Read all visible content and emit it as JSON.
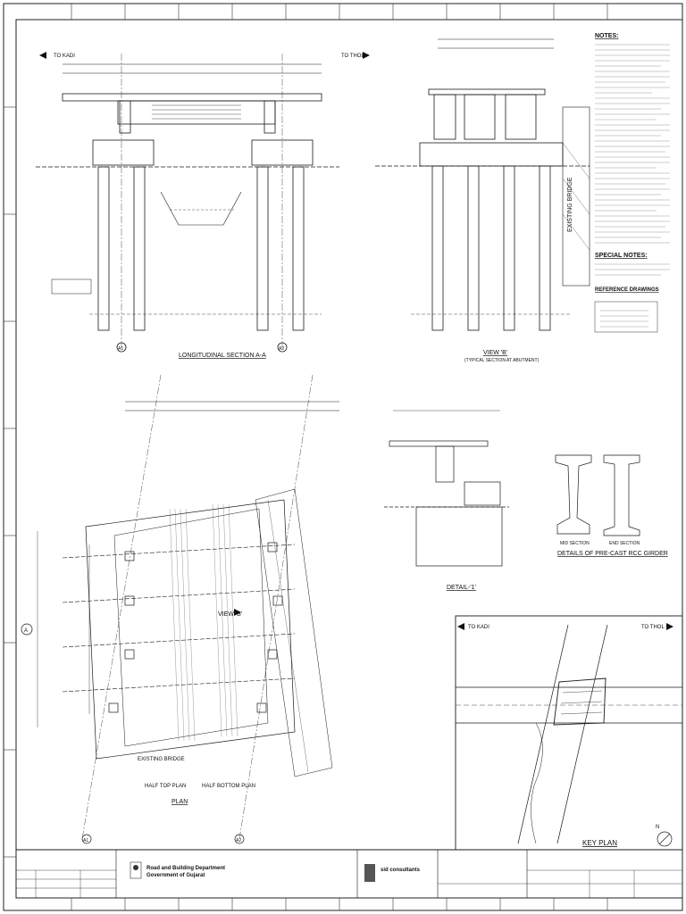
{
  "labels": {
    "to_kadi": "TO KADI",
    "to_thol": "TO THOL",
    "long_section_title": "LONGITUDINAL SECTION A-A",
    "view_b_title": "VIEW 'B'",
    "view_b_subtitle": "(TYPICAL SECTION AT ABUTMENT)",
    "existing_bridge_vertical": "EXISTING BRIDGE",
    "plan_title": "PLAN",
    "half_top_plan": "HALF TOP PLAN",
    "half_bottom_plan": "HALF BOTTOM PLAN",
    "existing_bridge": "EXISTING BRIDGE",
    "view_b_marker": "VIEW 'B'",
    "detail_title": "DETAIL-'1'",
    "girder_title": "DETAILS OF PRE-CAST RCC GIRDER",
    "mid_section": "MID SECTION",
    "end_section": "END SECTION",
    "key_plan_title": "KEY PLAN",
    "axis_a1": "A1",
    "axis_a2": "A2",
    "pier_a": "A"
  },
  "notes": {
    "notes_heading": "NOTES:",
    "special_notes_heading": "SPECIAL NOTES:",
    "reference_heading": "REFERENCE DRAWINGS"
  },
  "title_block": {
    "dept_line1": "Road and Building Department",
    "dept_line2": "Government of Gujarat",
    "consultant": "sid consultants"
  },
  "colors": {
    "line": "#1a1a1a",
    "hatch": "#6a6a6a",
    "paper": "#ffffff"
  }
}
